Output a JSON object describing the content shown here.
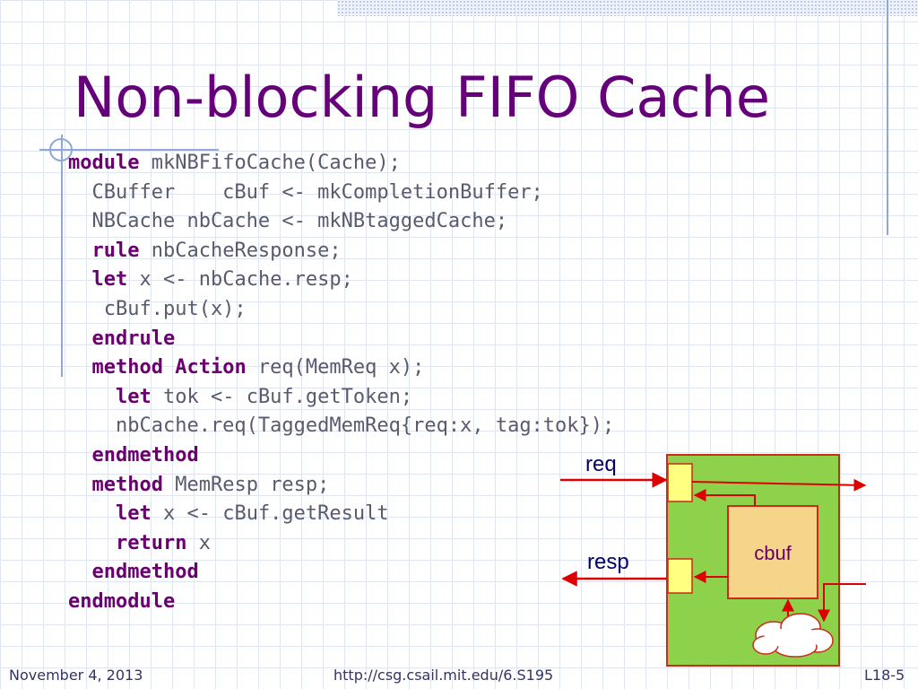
{
  "title": "Non-blocking FIFO Cache",
  "code_lines": [
    [
      {
        "t": "module",
        "k": true
      },
      {
        "t": " mkNBFifoCache(Cache);",
        "k": false
      }
    ],
    [
      {
        "t": "  CBuffer    cBuf <- mkCompletionBuffer;",
        "k": false
      }
    ],
    [
      {
        "t": "  NBCache nbCache <- mkNBtaggedCache;",
        "k": false
      }
    ],
    [
      {
        "t": "  ",
        "k": false
      },
      {
        "t": "rule",
        "k": true
      },
      {
        "t": " nbCacheResponse;",
        "k": false
      }
    ],
    [
      {
        "t": "  ",
        "k": false
      },
      {
        "t": "let",
        "k": true
      },
      {
        "t": " x <- nbCache.resp;",
        "k": false
      }
    ],
    [
      {
        "t": "   cBuf.put(x);",
        "k": false
      }
    ],
    [
      {
        "t": "  ",
        "k": false
      },
      {
        "t": "endrule",
        "k": true
      }
    ],
    [
      {
        "t": "  ",
        "k": false
      },
      {
        "t": "method Action",
        "k": true
      },
      {
        "t": " req(MemReq x);",
        "k": false
      }
    ],
    [
      {
        "t": "    ",
        "k": false
      },
      {
        "t": "let",
        "k": true
      },
      {
        "t": " tok <- cBuf.getToken;",
        "k": false
      }
    ],
    [
      {
        "t": "    nbCache.req(TaggedMemReq{req:x, tag:tok});",
        "k": false
      }
    ],
    [
      {
        "t": "  ",
        "k": false
      },
      {
        "t": "endmethod",
        "k": true
      }
    ],
    [
      {
        "t": "  ",
        "k": false
      },
      {
        "t": "method",
        "k": true
      },
      {
        "t": " MemResp resp;",
        "k": false
      }
    ],
    [
      {
        "t": "    ",
        "k": false
      },
      {
        "t": "let",
        "k": true
      },
      {
        "t": " x <- cBuf.getResult",
        "k": false
      }
    ],
    [
      {
        "t": "    ",
        "k": false
      },
      {
        "t": "return",
        "k": true
      },
      {
        "t": " x",
        "k": false
      }
    ],
    [
      {
        "t": "  ",
        "k": false
      },
      {
        "t": "endmethod",
        "k": true
      }
    ],
    [
      {
        "t": "endmodule",
        "k": true
      }
    ]
  ],
  "diagram": {
    "req_label": "req",
    "resp_label": "resp",
    "cbuf_label": "cbuf",
    "colors": {
      "module_fill": "#8ed14a",
      "module_border": "#cc2a1a",
      "port_fill": "#ffff80",
      "cbuf_fill": "#f5d58a",
      "cbuf_border": "#cc2a1a",
      "wire": "#dd0000"
    }
  },
  "footer": {
    "date": "November 4, 2013",
    "url": "http://csg.csail.mit.edu/6.S195",
    "slide": "L18-5"
  }
}
